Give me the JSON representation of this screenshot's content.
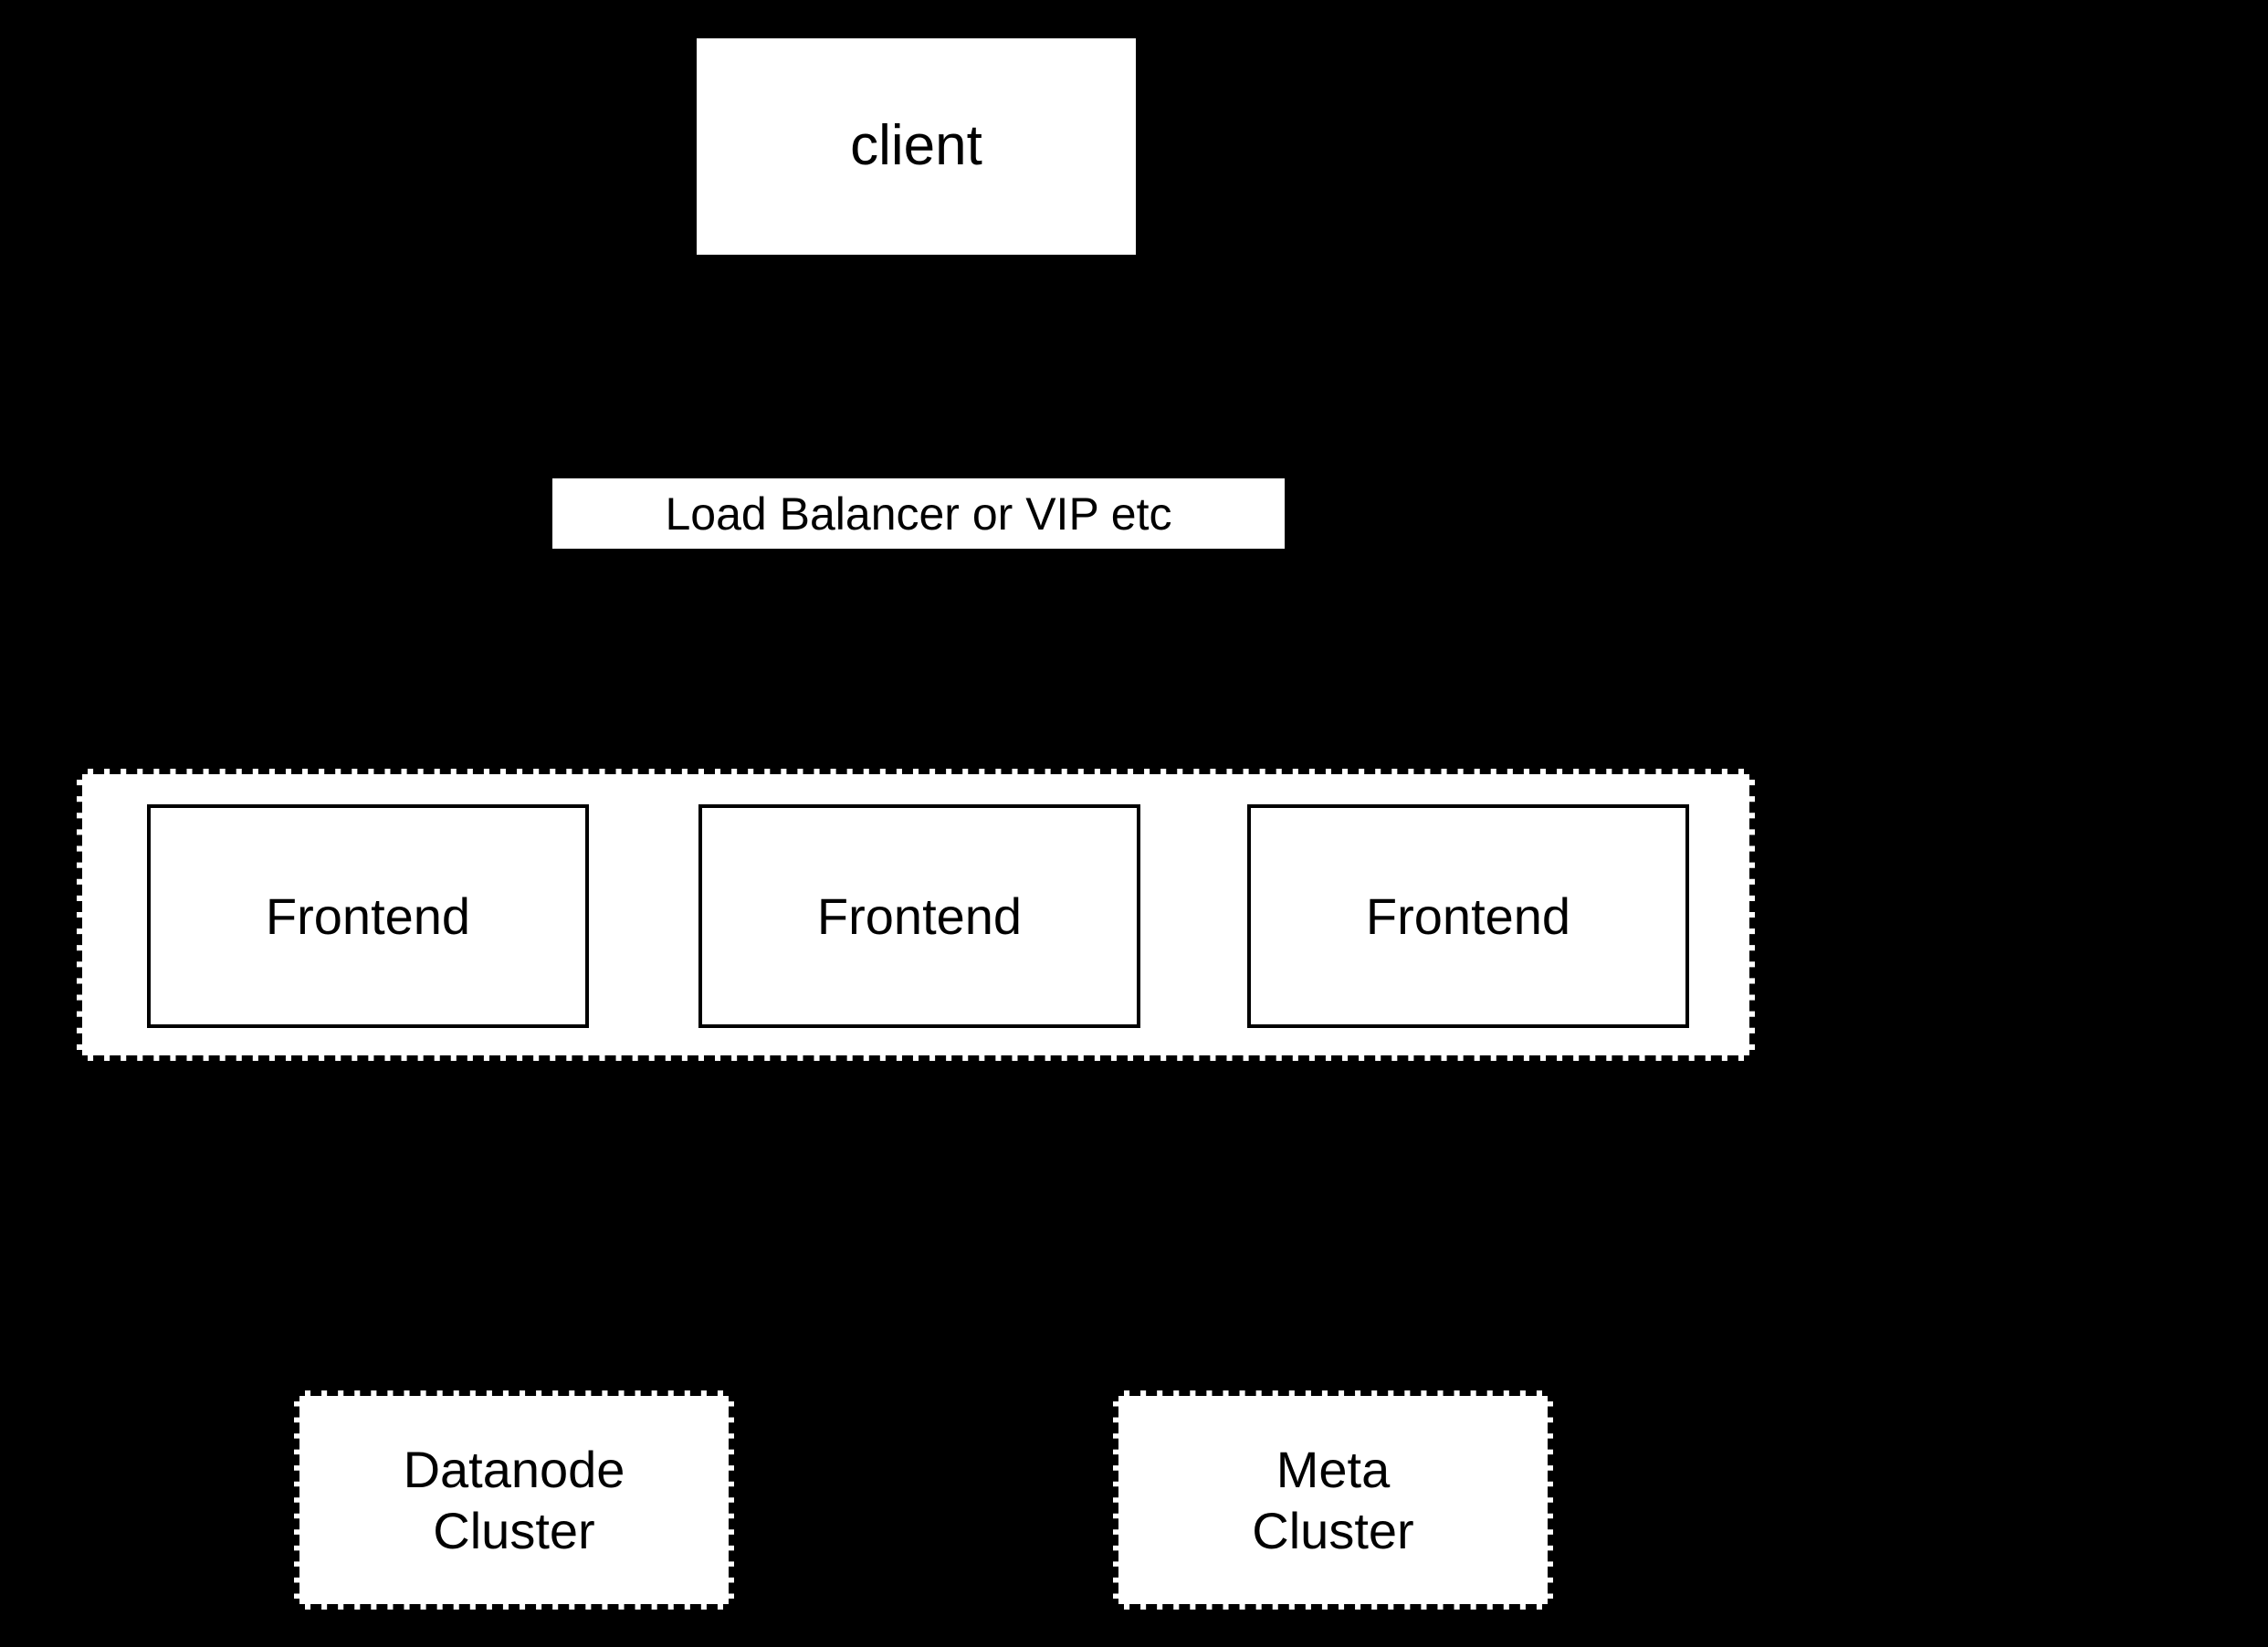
{
  "colors": {
    "background": "#000000",
    "node_fill": "#ffffff",
    "node_border": "#000000",
    "node_text": "#000000"
  },
  "nodes": {
    "client": {
      "label": "client"
    },
    "load_balancer": {
      "label": "Load Balancer or VIP etc"
    },
    "frontend_group": {
      "frontends": [
        {
          "label": "Frontend"
        },
        {
          "label": "Frontend"
        },
        {
          "label": "Frontend"
        }
      ]
    },
    "datanode_cluster": {
      "line1": "Datanode",
      "line2": "Cluster"
    },
    "meta_cluster": {
      "line1": "Meta",
      "line2": "Cluster"
    }
  }
}
